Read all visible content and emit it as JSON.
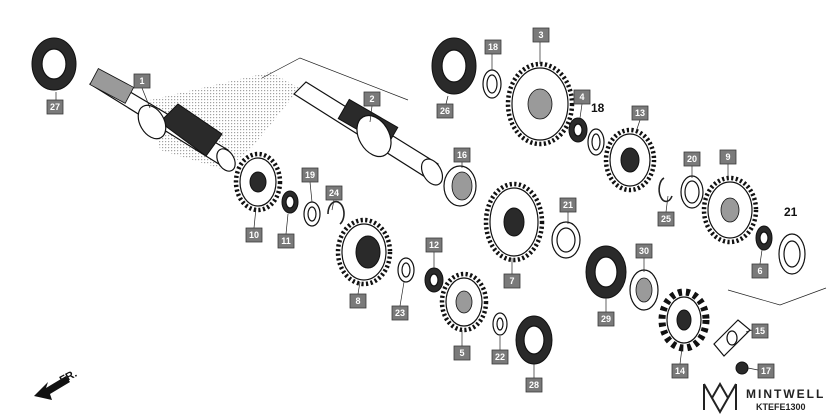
{
  "callouts": [
    {
      "id": "c27",
      "label": "27"
    },
    {
      "id": "c1",
      "label": "1"
    },
    {
      "id": "c2",
      "label": "2"
    },
    {
      "id": "c26",
      "label": "26"
    },
    {
      "id": "c18a",
      "label": "18"
    },
    {
      "id": "c3",
      "label": "3"
    },
    {
      "id": "c4",
      "label": "4"
    },
    {
      "id": "c13",
      "label": "13"
    },
    {
      "id": "c16",
      "label": "16"
    },
    {
      "id": "c20",
      "label": "20"
    },
    {
      "id": "c9",
      "label": "9"
    },
    {
      "id": "c10",
      "label": "10"
    },
    {
      "id": "c11",
      "label": "11"
    },
    {
      "id": "c19",
      "label": "19"
    },
    {
      "id": "c24",
      "label": "24"
    },
    {
      "id": "c25",
      "label": "25"
    },
    {
      "id": "c21a",
      "label": "21"
    },
    {
      "id": "c12",
      "label": "12"
    },
    {
      "id": "c30",
      "label": "30"
    },
    {
      "id": "c7",
      "label": "7"
    },
    {
      "id": "c6",
      "label": "6"
    },
    {
      "id": "c8",
      "label": "8"
    },
    {
      "id": "c23",
      "label": "23"
    },
    {
      "id": "c29",
      "label": "29"
    },
    {
      "id": "c15",
      "label": "15"
    },
    {
      "id": "c5",
      "label": "5"
    },
    {
      "id": "c22",
      "label": "22"
    },
    {
      "id": "c14",
      "label": "14"
    },
    {
      "id": "c17",
      "label": "17"
    },
    {
      "id": "c28",
      "label": "28"
    }
  ],
  "plain_labels": [
    {
      "id": "p18",
      "label": "18"
    },
    {
      "id": "p21",
      "label": "21"
    }
  ],
  "direction_label": "FR.",
  "watermark": {
    "brand": "MINTWELL",
    "code": "KTEFE1300"
  }
}
